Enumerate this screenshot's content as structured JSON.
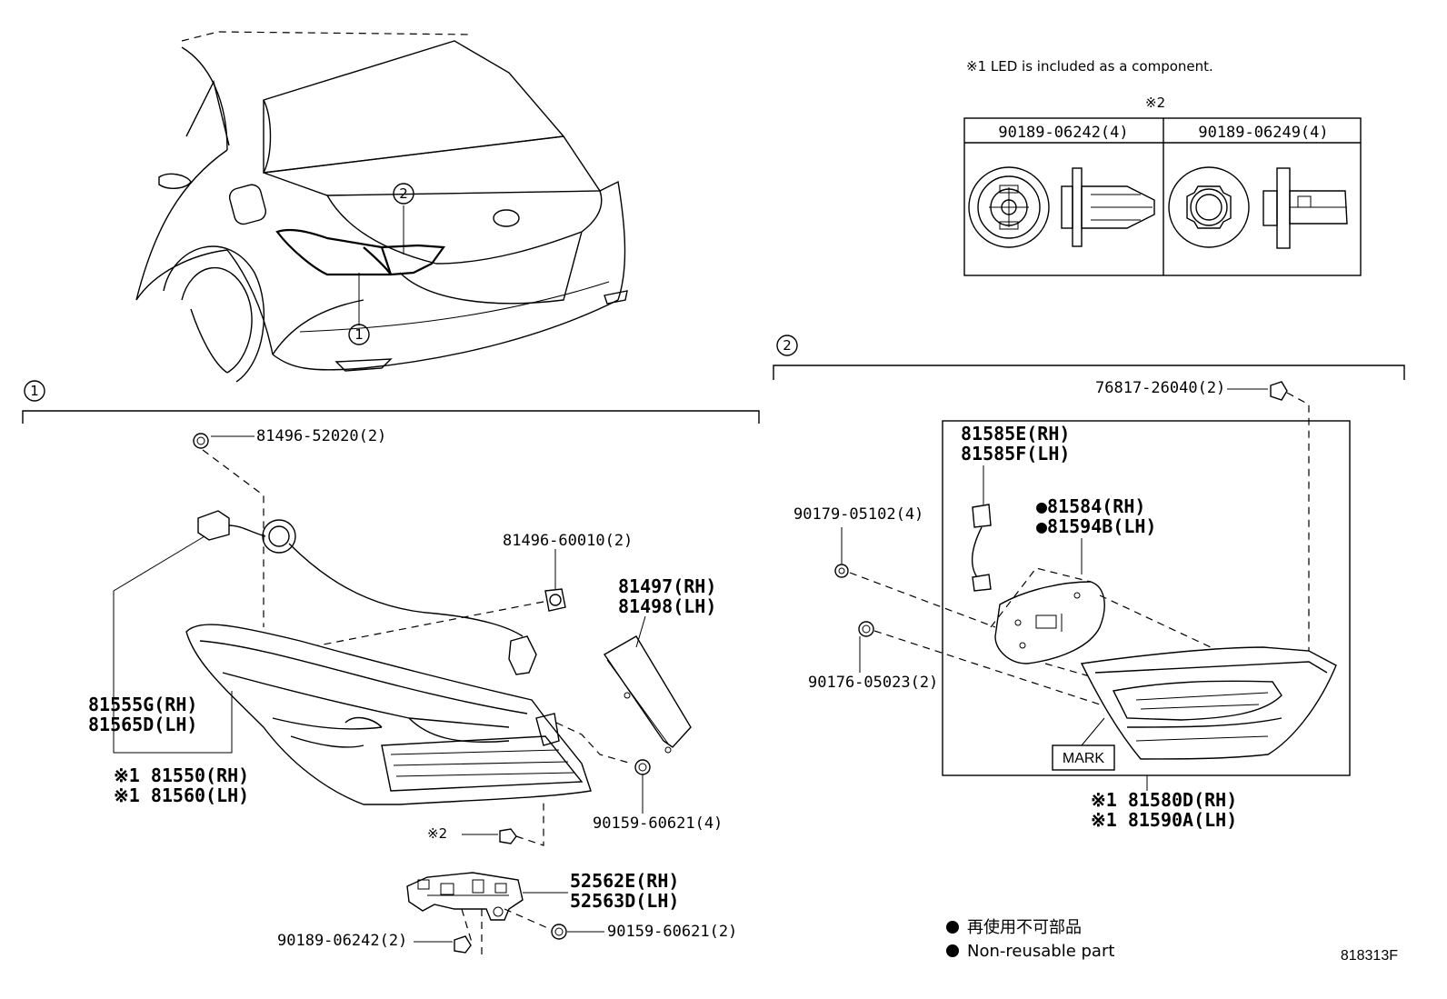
{
  "notes": {
    "led_note": "※1 LED is included as a component.",
    "ref2": "※2"
  },
  "clip_table": {
    "headers": [
      "90189-06242(4)",
      "90189-06249(4)"
    ]
  },
  "callouts": {
    "one": "1",
    "two": "2"
  },
  "left_parts": {
    "p81496_52020": "81496-52020(2)",
    "p81496_60010": "81496-60010(2)",
    "p81497": "81497(RH)",
    "p81498": "81498(LH)",
    "p81555G": "81555G(RH)",
    "p81565D": "81565D(LH)",
    "p81550": "※1 81550(RH)",
    "p81560": "※1 81560(LH)",
    "p90159_60621_4": "90159-60621(4)",
    "ref2_clip": "※2",
    "p52562E": "52562E(RH)",
    "p52563D": "52563D(LH)",
    "p90189_06242_2": "90189-06242(2)",
    "p90159_60621_2": "90159-60621(2)"
  },
  "right_parts": {
    "p76817_26040": "76817-26040(2)",
    "p81585E": "81585E(RH)",
    "p81585F": "81585F(LH)",
    "p81584": "●81584(RH)",
    "p81594B": "●81594B(LH)",
    "p90179_05102": "90179-05102(4)",
    "p90176_05023": "90176-05023(2)",
    "mark": "MARK",
    "p81580D": "※1 81580D(RH)",
    "p81590A": "※1 81590A(LH)"
  },
  "legend": {
    "jp": "再使用不可部品",
    "en": "Non-reusable part"
  },
  "diagram_code": "818313F"
}
